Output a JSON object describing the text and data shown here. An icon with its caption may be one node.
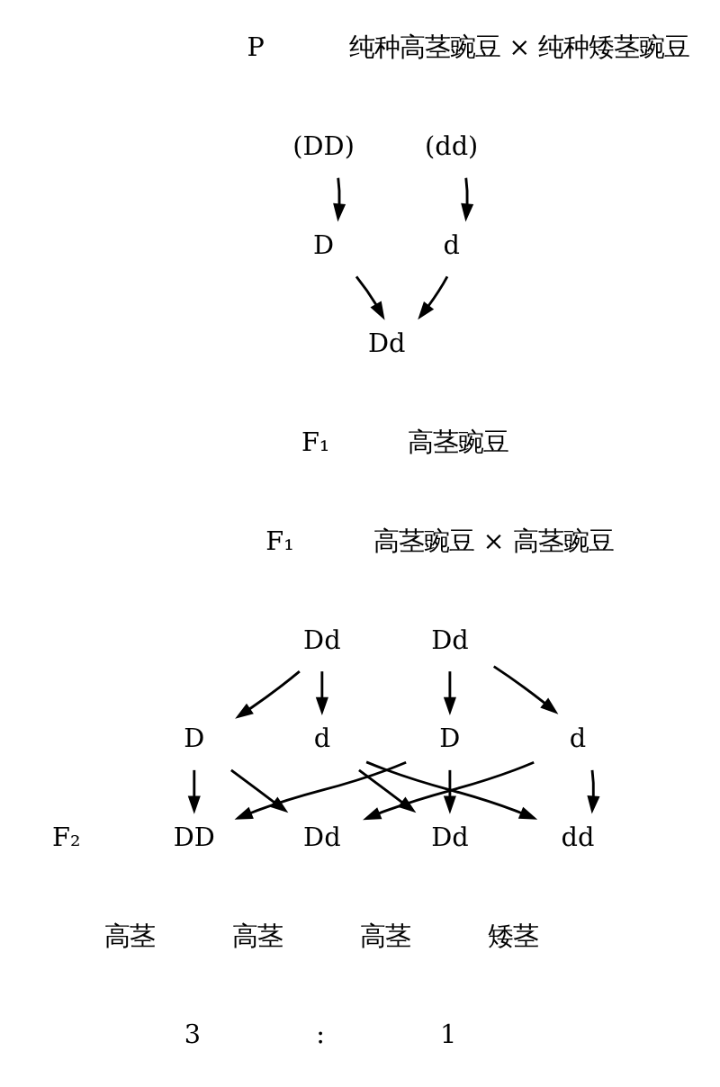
{
  "diagram": {
    "nodes": [
      {
        "text": [
          "(DD)"
        ]
      },
      {
        "text": [
          "(dd)"
        ]
      },
      {
        "text": [
          "D"
        ]
      },
      {
        "text": [
          "d"
        ]
      },
      {
        "text": [
          "Dd"
        ]
      },
      {
        "text": [
          "Dd"
        ]
      },
      {
        "text": [
          "Dd"
        ]
      },
      {
        "text": [
          "D"
        ]
      },
      {
        "text": [
          "d"
        ]
      },
      {
        "text": [
          "D"
        ]
      },
      {
        "text": [
          "d"
        ]
      },
      {
        "text": [
          "DD"
        ]
      },
      {
        "text": [
          "Dd"
        ]
      },
      {
        "text": [
          "Dd"
        ]
      },
      {
        "text": [
          "dd"
        ]
      }
    ],
    "edges": [
      {
        "from": 0,
        "to": 2,
        "arrow": "to"
      },
      {
        "from": 1,
        "to": 3,
        "arrow": "to"
      },
      {
        "from": 2,
        "to": 4,
        "arrow": "to"
      },
      {
        "from": 3,
        "to": 4,
        "arrow": "to"
      },
      {
        "from": 5,
        "to": 7,
        "arrow": "to"
      },
      {
        "from": 5,
        "to": 8,
        "arrow": "to"
      },
      {
        "from": 6,
        "to": 9,
        "arrow": "to"
      },
      {
        "from": 6,
        "to": 10,
        "arrow": "to"
      },
      {
        "from": 7,
        "to": 11,
        "arrow": "to"
      },
      {
        "from": 7,
        "to": 12,
        "arrow": "to"
      },
      {
        "from": 8,
        "to": 13,
        "arrow": "to"
      },
      {
        "from": 8,
        "to": 14,
        "arrow": "to"
      },
      {
        "from": 9,
        "to": 13,
        "arrow": "to"
      },
      {
        "from": 9,
        "to": 11,
        "arrow": "to"
      },
      {
        "from": 10,
        "to": 14,
        "arrow": "to"
      },
      {
        "from": 10,
        "to": 12,
        "arrow": "to"
      }
    ],
    "labels": [
      "P",
      "纯种高茎豌豆 × 纯种矮茎豌豆",
      "F₁",
      "高茎豌豆",
      "F₁",
      "高茎豌豆 × 高茎豌豆",
      "F₂",
      "高茎",
      "高茎",
      "高茎",
      "矮茎",
      "3",
      ":",
      "1"
    ]
  }
}
